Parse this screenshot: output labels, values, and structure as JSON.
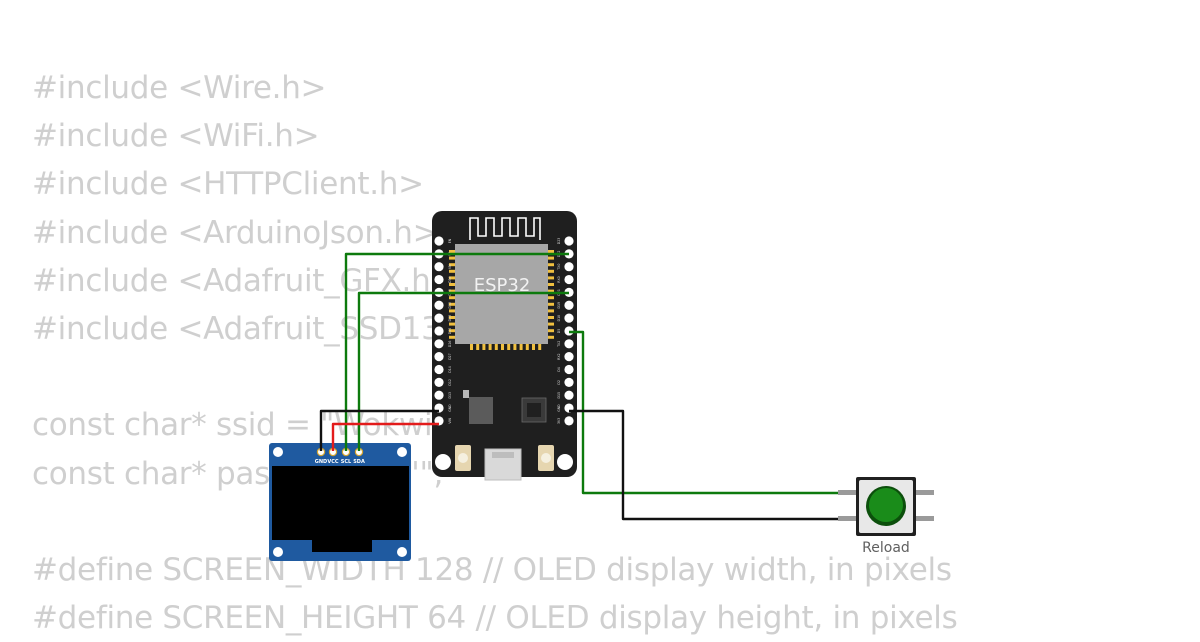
{
  "code_lines": [
    "#include <Wire.h>",
    "#include <WiFi.h>",
    "#include <HTTPClient.h>",
    "#include <ArduinoJson.h>",
    "#include <Adafruit_GFX.h>",
    "#include <Adafruit_SSD1306.h>",
    "",
    "const char* ssid = \"Wokwi-GUEST\";",
    "const char* password = \"\";",
    "",
    "#define SCREEN_WIDTH 128 // OLED display width, in pixels",
    "#define SCREEN_HEIGHT 64 // OLED display height, in pixels"
  ],
  "esp32": {
    "label": "ESP32",
    "left_pins": [
      "EN",
      "VP",
      "VN",
      "D34",
      "D35",
      "D32",
      "D33",
      "D25",
      "D26",
      "D27",
      "D14",
      "D12",
      "D13",
      "GND",
      "VIN"
    ],
    "right_pins": [
      "D23",
      "D22",
      "TX0",
      "RX0",
      "D21",
      "D19",
      "D18",
      "D5",
      "TX2",
      "RX2",
      "D4",
      "D2",
      "D15",
      "GND",
      "3V3"
    ]
  },
  "oled": {
    "pins": [
      "GND",
      "VCC",
      "SCL",
      "SDA"
    ]
  },
  "button": {
    "label": "Reload",
    "color": "#1a8c1a"
  },
  "wire_colors": {
    "green": "#0d7a0d",
    "black": "#111111",
    "red": "#e31b1b"
  }
}
